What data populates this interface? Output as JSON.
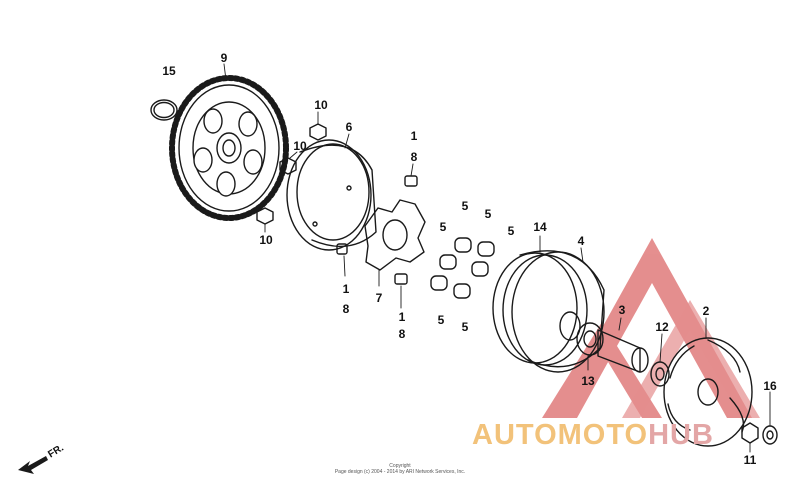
{
  "callouts": [
    "15",
    "9",
    "10",
    "10",
    "10",
    "6",
    "1",
    "8",
    "1",
    "8",
    "7",
    "5",
    "5",
    "5",
    "5",
    "5",
    "5",
    "14",
    "4",
    "1",
    "8",
    "3",
    "12",
    "2",
    "13",
    "16",
    "11"
  ],
  "watermark": {
    "part_a": "AUTOMOTO",
    "part_b": "HUB",
    "color_a": "#f2c27a",
    "color_b": "#e3a6a6",
    "logo_color": "#e07b7b"
  },
  "copyright": {
    "line1": "Copyright",
    "line2": "Page design (c) 2004 - 2014 by ARI Network Services, Inc."
  },
  "front_indicator": {
    "label": "FR.",
    "icon": "arrow-icon"
  },
  "colors": {
    "line": "#1a1a1a"
  }
}
